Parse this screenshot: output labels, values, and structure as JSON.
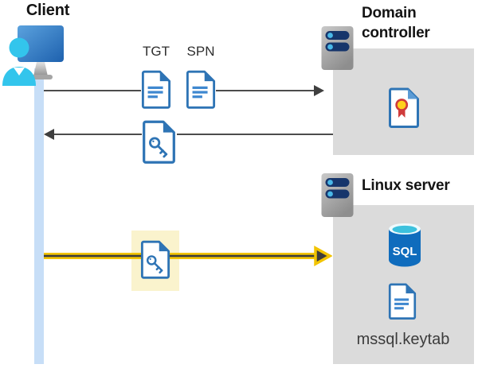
{
  "client": {
    "label": "Client"
  },
  "domain_controller": {
    "label": "Domain controller"
  },
  "linux_server": {
    "label": "Linux server",
    "sql_label": "SQL",
    "keytab_label": "mssql.keytab"
  },
  "messages": {
    "tgt_label": "TGT",
    "spn_label": "SPN"
  },
  "icons": {
    "client": "monitor-user-icon",
    "domain_controller": "server-icon",
    "linux_server": "server-icon",
    "tgt": "document-icon",
    "spn": "document-icon",
    "service_ticket": "key-document-icon",
    "certificate": "certificate-document-icon",
    "database": "sql-database-icon",
    "keytab": "document-icon"
  },
  "colors": {
    "doc_blue": "#2e74b5",
    "doc_line_blue": "#3e87cf",
    "panel_gray": "#dbdbdb",
    "line_gray": "#4c4c4c",
    "arrowhead_gray": "#3f3f3f",
    "highlight_cream": "#faf3cd",
    "arrow_yellow": "#f2c400",
    "lifeline_blue": "#c7def7",
    "client_cyan": "#33c5ec",
    "monitor_blue_dark": "#1e61ae",
    "cert_red": "#cf3b3b",
    "cert_gold": "#ffd21c",
    "sql_body_blue": "#0f6cbd",
    "sql_top_cyan": "#3cc1dd",
    "server_pill_navy": "#16356b",
    "server_dot_cyan": "#49b8e8"
  }
}
